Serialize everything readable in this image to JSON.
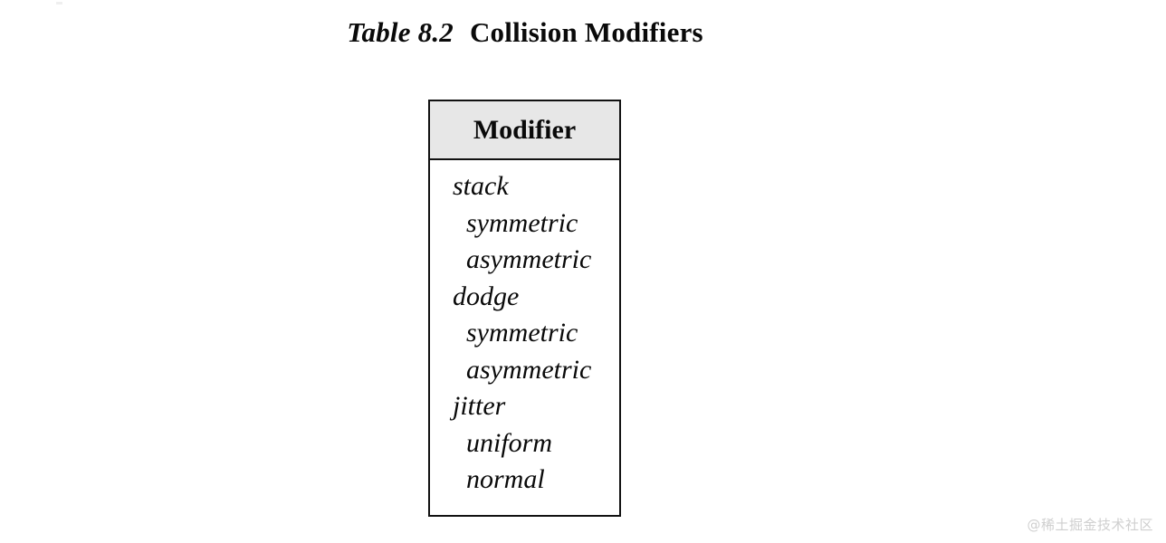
{
  "page": {
    "background_color": "#ffffff",
    "text_color": "#0a0a0a"
  },
  "caption": {
    "label": "Table 8.2",
    "title": "Collision Modifiers"
  },
  "table": {
    "header": {
      "column_label": "Modifier",
      "background_color": "#e7e7e7",
      "border_color": "#111111"
    },
    "rows": [
      {
        "label": "stack",
        "indent": 0
      },
      {
        "label": "symmetric",
        "indent": 1
      },
      {
        "label": "asymmetric",
        "indent": 1
      },
      {
        "label": "dodge",
        "indent": 0
      },
      {
        "label": "symmetric",
        "indent": 1
      },
      {
        "label": "asymmetric",
        "indent": 1
      },
      {
        "label": "jitter",
        "indent": 0
      },
      {
        "label": "uniform",
        "indent": 1
      },
      {
        "label": "normal",
        "indent": 1
      }
    ]
  },
  "watermark": {
    "text": "@稀土掘金技术社区",
    "color": "#cfcfcf"
  }
}
